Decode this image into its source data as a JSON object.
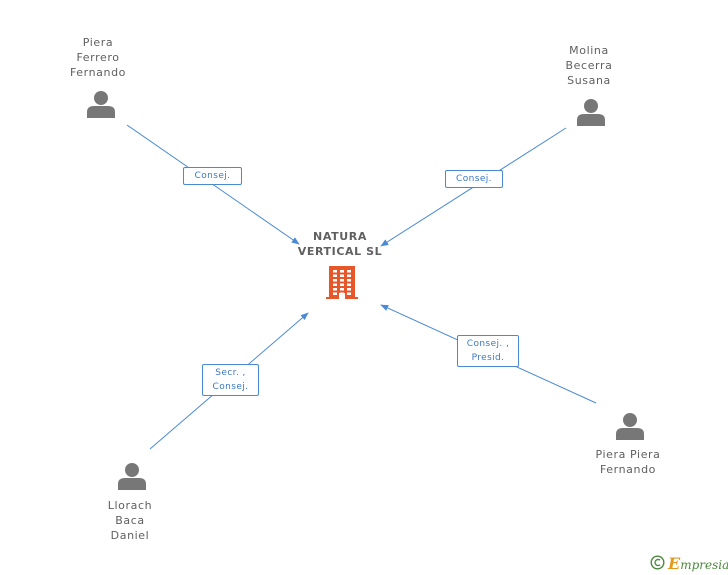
{
  "company": {
    "name_line1": "NATURA",
    "name_line2": "VERTICAL SL",
    "icon": "building-icon",
    "color": "#e8572a"
  },
  "people": [
    {
      "id": "ferrero",
      "lines": [
        "Piera",
        "Ferrero",
        "Fernando"
      ],
      "icon": "person-icon"
    },
    {
      "id": "molina",
      "lines": [
        "Molina",
        "Becerra",
        "Susana"
      ],
      "icon": "person-icon"
    },
    {
      "id": "llorach",
      "lines": [
        "Llorach",
        "Baca",
        "Daniel"
      ],
      "icon": "person-icon"
    },
    {
      "id": "piera",
      "lines": [
        "Piera Piera",
        "Fernando"
      ],
      "icon": "person-icon"
    }
  ],
  "relations": [
    {
      "from": "ferrero",
      "lines": [
        "Consej."
      ]
    },
    {
      "from": "molina",
      "lines": [
        "Consej."
      ]
    },
    {
      "from": "llorach",
      "lines": [
        "Secr. ,",
        "Consej."
      ]
    },
    {
      "from": "piera",
      "lines": [
        "Consej. ,",
        "Presid."
      ]
    }
  ],
  "colors": {
    "edge": "#4a8ad4",
    "person": "#777777",
    "text": "#5f5f5f"
  },
  "footer": {
    "copyright_symbol": "©",
    "brand_initial": "E",
    "brand_rest": "mpresia"
  }
}
